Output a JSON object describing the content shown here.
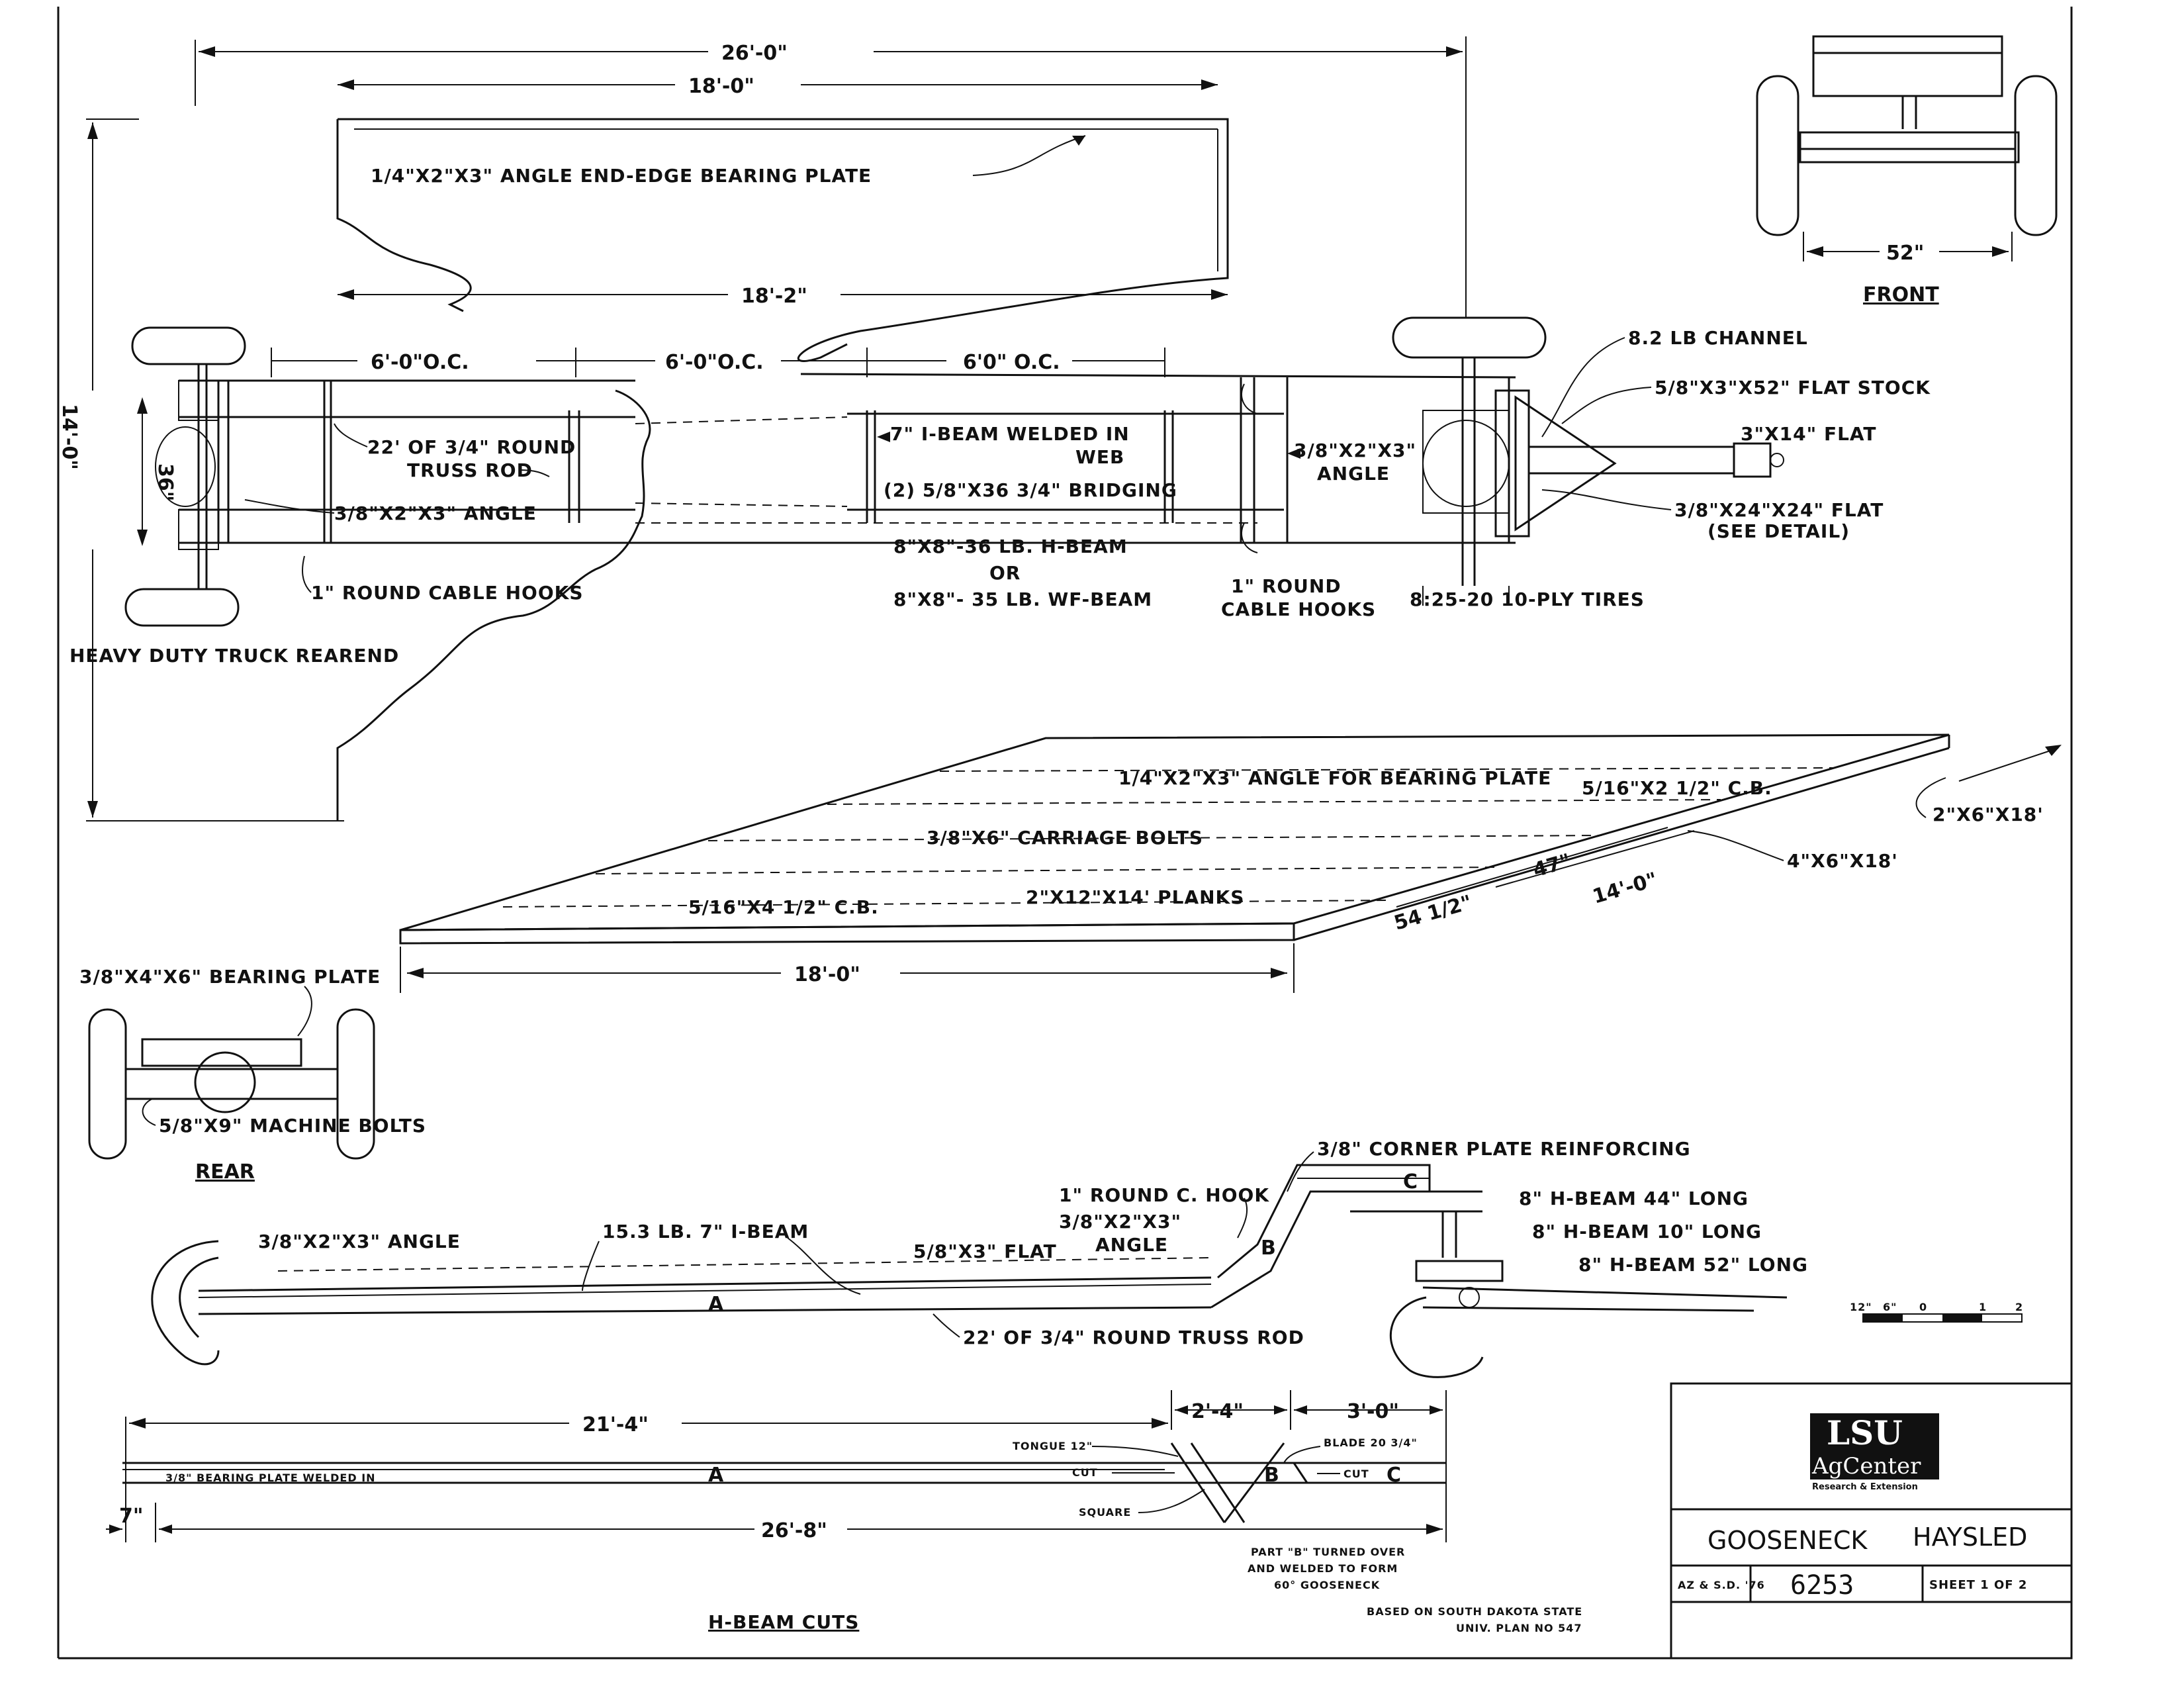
{
  "plan_view": {
    "dim_overall": "26'-0\"",
    "dim_deck_top": "18'-0\"",
    "dim_deck_mid": "18'-2\"",
    "dim_width": "14'-0\"",
    "dim_axle": "36\"",
    "oc1": "6'-0\"O.C.",
    "oc2": "6'-0\"O.C.",
    "oc3": "6'0\" O.C.",
    "angle_end_edge": "1/4\"X2\"X3\" ANGLE END-EDGE BEARING PLATE",
    "truss_rod_1": "22' OF 3/4\" ROUND",
    "truss_rod_2": "TRUSS ROD",
    "angle_a": "3/8\"X2\"X3\" ANGLE",
    "cable_hooks_rear": "1\" ROUND CABLE HOOKS",
    "rearend": "HEAVY DUTY TRUCK REAREND",
    "ibeam_1": "7\" I-BEAM WELDED IN",
    "ibeam_2": "WEB",
    "bridging": "(2) 5/8\"X36 3/4\" BRIDGING",
    "hbeam_1": "8\"X8\"-36 LB. H-BEAM",
    "hbeam_or": "OR",
    "hbeam_2": "8\"X8\"- 35 LB. WF-BEAM",
    "cable_hooks_front_1": "1\" ROUND",
    "cable_hooks_front_2": "CABLE HOOKS",
    "angle_b_1": "3/8\"X2\"X3\"",
    "angle_b_2": "ANGLE",
    "channel": "8.2 LB CHANNEL",
    "flat_stock": "5/8\"X3\"X52\" FLAT STOCK",
    "flat_3x14": "3\"X14\" FLAT",
    "flat_24_1": "3/8\"X24\"X24\" FLAT",
    "flat_24_2": "(SEE DETAIL)",
    "tires": "8:25-20 10-PLY TIRES"
  },
  "front_view": {
    "dim": "52\"",
    "label": "FRONT"
  },
  "deck_view": {
    "bearing_plate": "1/4\"X2\"X3\" ANGLE FOR BEARING PLATE",
    "carriage_bolts": "3/8\"X6\" CARRIAGE BOLTS",
    "cb_top": "5/16\"X2 1/2\" C.B.",
    "cb_bottom": "5/16\"X4 1/2\" C.B.",
    "planks": "2\"X12\"X14' PLANKS",
    "sill_a": "2\"X6\"X18'",
    "sill_b": "4\"X6\"X18'",
    "dim_47": "47\"",
    "dim_54": "54 1/2\"",
    "dim_14": "14'-0\"",
    "dim_18": "18'-0\""
  },
  "rear_view": {
    "bearing_plate": "3/8\"X4\"X6\" BEARING PLATE",
    "bolts": "5/8\"X9\" MACHINE BOLTS",
    "label": "REAR"
  },
  "side_view": {
    "angle": "3/8\"X2\"X3\" ANGLE",
    "ibeam": "15.3 LB. 7\" I-BEAM",
    "flat": "5/8\"X3\" FLAT",
    "angle_b_1": "3/8\"X2\"X3\"",
    "angle_b_2": "ANGLE",
    "hook": "1\" ROUND C. HOOK",
    "corner_plate": "3/8\" CORNER PLATE REINFORCING",
    "hbeam_44": "8\" H-BEAM 44\" LONG",
    "hbeam_10": "8\" H-BEAM 10\" LONG",
    "hbeam_52": "8\" H-BEAM 52\" LONG",
    "truss_rod": "22' OF 3/4\" ROUND TRUSS ROD",
    "part_a": "A",
    "part_b": "B",
    "part_c": "C"
  },
  "scale_bar": {
    "t0": "12\"",
    "t1": "6\"",
    "t2": "0",
    "t3": "1",
    "t4": "2"
  },
  "cuts_view": {
    "dim_21": "21'-4\"",
    "dim_2_4": "2'-4\"",
    "dim_3_0": "3'-0\"",
    "dim_26_8": "26'-8\"",
    "dim_7": "7\"",
    "plate_note": "3/8\" BEARING PLATE WELDED IN",
    "tongue": "TONGUE 12\"",
    "cut_left": "CUT",
    "cut_right": "CUT",
    "square": "SQUARE",
    "blade": "BLADE 20 3/4\"",
    "part_a": "A",
    "part_b": "B",
    "part_c": "C",
    "note_1": "PART \"B\" TURNED OVER",
    "note_2": "AND WELDED TO FORM",
    "note_3": "60° GOOSENECK",
    "label": "H-BEAM CUTS"
  },
  "source_note": {
    "line1": "BASED ON SOUTH DAKOTA STATE",
    "line2": "UNIV. PLAN NO 547"
  },
  "title_block": {
    "logo_top": "LSU",
    "logo_mid": "AgCenter",
    "logo_bottom": "Research & Extension",
    "title_left": "GOOSENECK",
    "title_right": "HAYSLED",
    "ref": "AZ & S.D. '76",
    "plan_number": "6253",
    "sheet": "SHEET 1 OF 2"
  }
}
